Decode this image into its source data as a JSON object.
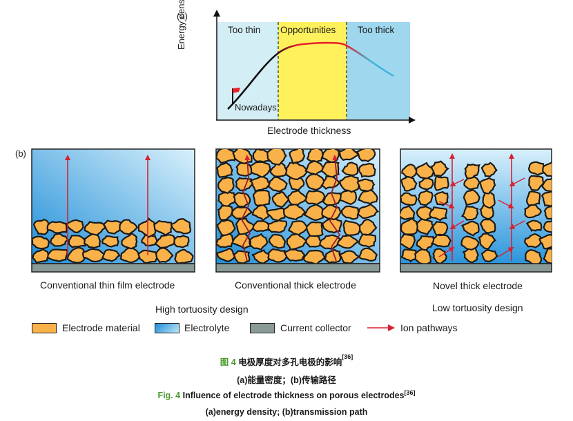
{
  "panel_a": {
    "tag": "(a)",
    "y_axis_label": "Energy density",
    "x_axis_label": "Electrode thickness",
    "zones": [
      "Too thin",
      "Opportunities",
      "Too thick"
    ],
    "marker_label": "Nowadays",
    "colors": {
      "thin_zone": "#d4eef5",
      "opportunity_zone": "#fff15c",
      "thick_zone": "#9fd8ee",
      "curve_mid": "#e8202a",
      "curve_end": "#3fb4dd"
    }
  },
  "panel_b": {
    "tag": "(b)",
    "diagrams": [
      {
        "caption": "Conventional thin film electrode"
      },
      {
        "caption": "Conventional thick electrode"
      },
      {
        "caption": "Novel thick electrode"
      }
    ],
    "group_left": "High tortuosity design",
    "group_right": "Low tortuosity design",
    "colors": {
      "particle": "#f9b24a",
      "electrolyte_top": "#8bcff0",
      "electrolyte_bottom": "#1f8ed8",
      "collector": "#8a9a96",
      "ion_path": "#d8202f"
    }
  },
  "legend": [
    {
      "label": "Electrode material",
      "color": "#f9b24a"
    },
    {
      "label": "Electrolyte",
      "color": "#3aa0e0"
    },
    {
      "label": "Current collector",
      "color": "#8a9a96"
    },
    {
      "label": "Ion pathways",
      "color": "#d8202f"
    }
  ],
  "caption": {
    "cn_fig": "图 4",
    "cn_title": "电极厚度对多孔电极的影响",
    "cn_ref": "[36]",
    "cn_sub": "(a)能量密度；(b)传输路径",
    "en_fig": "Fig. 4",
    "en_title": "Influence of electrode thickness on porous electrodes",
    "en_ref": "[36]",
    "en_sub": "(a)energy density; (b)transmission path"
  }
}
